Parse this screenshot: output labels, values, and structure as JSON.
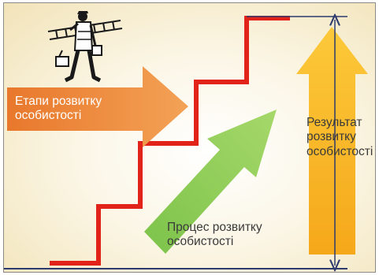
{
  "labels": {
    "stages": "Етапи розвитку\nособистості",
    "process": "Процес розвитку\nособистості",
    "result": "Результат\nрозвитку\nособистості"
  },
  "icons": {
    "worker": "man-carrying-ladder-icon"
  },
  "colors": {
    "stairs": "#e2231a",
    "stages_arrow": "#ee8a3a",
    "process_arrow": "#8cc63f",
    "result_arrow": "#f7b91c",
    "dimension_line": "#2d3a6e"
  }
}
